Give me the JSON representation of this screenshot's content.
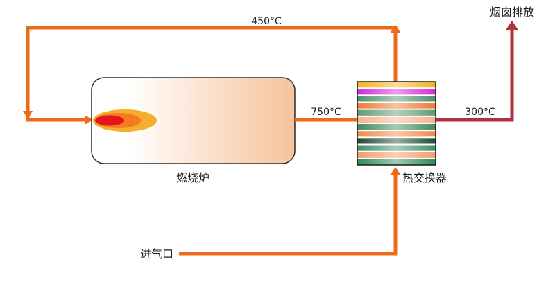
{
  "labels": {
    "t_top": "450°C",
    "t_furnace_out": "750°C",
    "t_exhaust": "300°C",
    "chimney": "烟囱排放",
    "furnace": "燃烧炉",
    "heat_exchanger": "热交换器",
    "air_inlet": "进气口"
  },
  "colors": {
    "pipe": "#ee6a18",
    "exhaust_pipe": "#b0323e",
    "flame_outer": "#f5ad2f",
    "flame_middle": "#f47c1c",
    "flame_core": "#e8141c",
    "furnace_fill_start": "#ffffff",
    "furnace_fill_end": "#f6c49d",
    "furnace_border": "#2a2a2a"
  },
  "exchanger_layers": [
    {
      "color": "#f0b418"
    },
    {
      "color": "#d22ad6"
    },
    {
      "color": "#4c8f6e"
    },
    {
      "color": "#f07a2e"
    },
    {
      "color": "#5d9a76"
    },
    {
      "color": "#f4b38a"
    },
    {
      "color": "#3d8a5e"
    },
    {
      "color": "#f08a44"
    },
    {
      "color": "#1f4a34"
    },
    {
      "color": "#3e9166"
    },
    {
      "color": "#f49a68"
    },
    {
      "color": "#2f8a5a"
    }
  ]
}
